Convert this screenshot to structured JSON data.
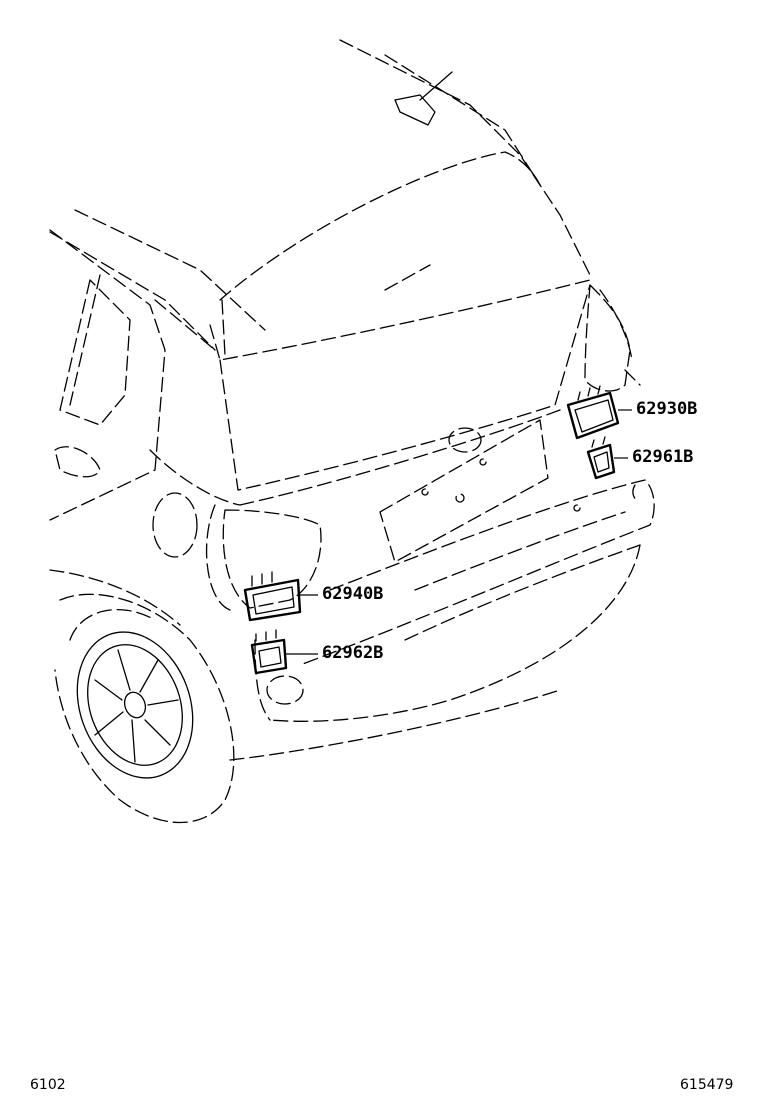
{
  "callouts": [
    {
      "id": "62930B",
      "label": "62930B"
    },
    {
      "id": "62961B",
      "label": "62961B"
    },
    {
      "id": "62940B",
      "label": "62940B"
    },
    {
      "id": "62962B",
      "label": "62962B"
    }
  ],
  "footer": {
    "left_code": "6102",
    "right_code": "615479"
  }
}
